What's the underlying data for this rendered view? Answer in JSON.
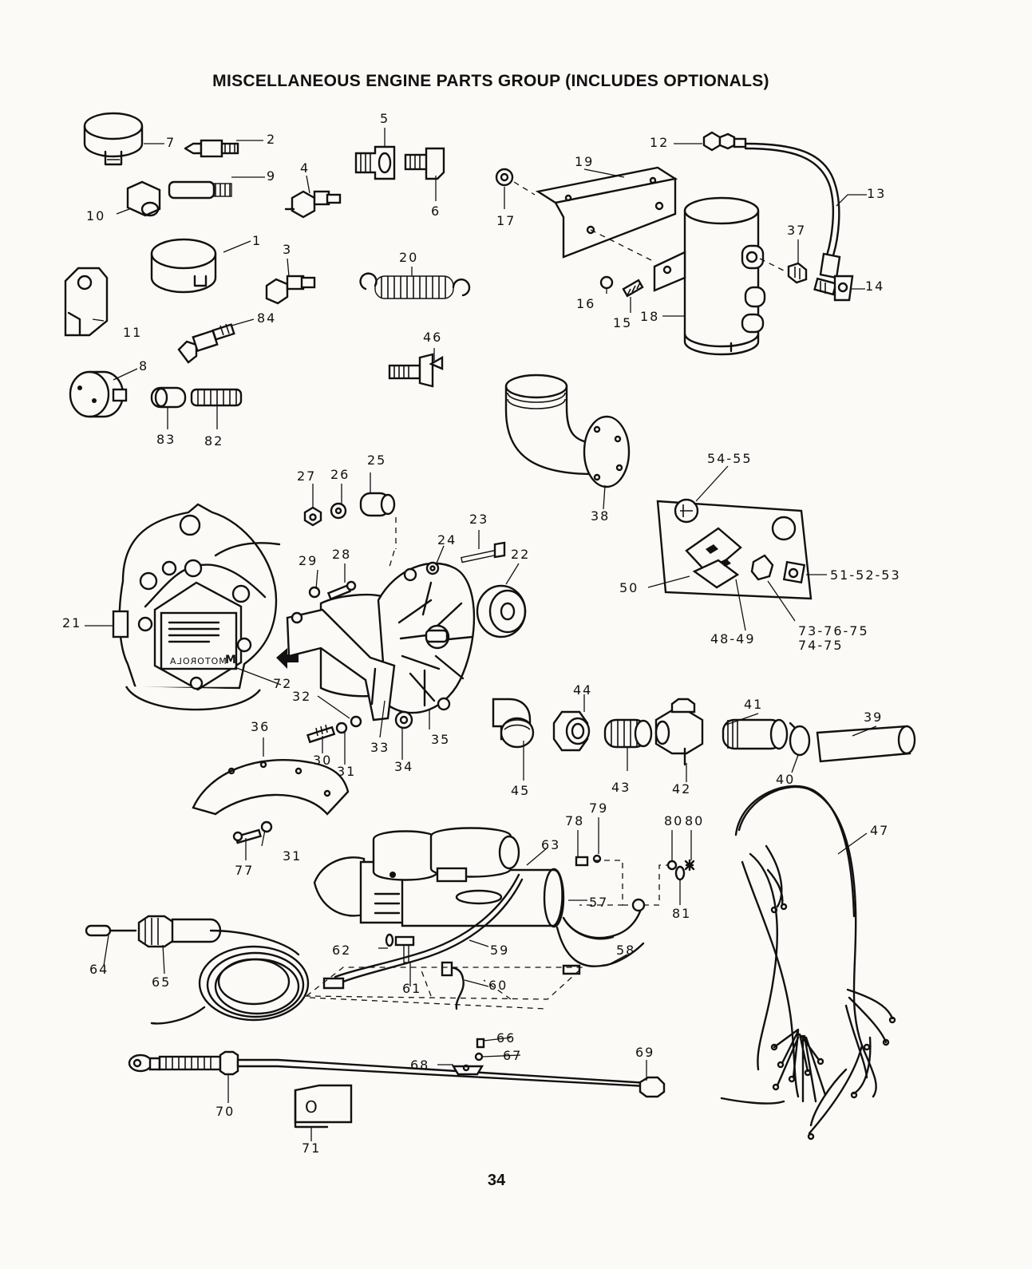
{
  "title": "MISCELLANEOUS ENGINE PARTS GROUP (INCLUDES OPTIONALS)",
  "page_number": "34",
  "alternator_brand": "MOTOROLA",
  "alternator_logo_letter": "M",
  "callouts": [
    "1",
    "2",
    "3",
    "4",
    "5",
    "6",
    "7",
    "8",
    "9",
    "10",
    "11",
    "12",
    "13",
    "14",
    "15",
    "16",
    "17",
    "18",
    "19",
    "20",
    "21",
    "22",
    "23",
    "24",
    "25",
    "26",
    "27",
    "28",
    "29",
    "30",
    "31",
    "31",
    "32",
    "33",
    "34",
    "35",
    "36",
    "37",
    "38",
    "39",
    "40",
    "41",
    "42",
    "43",
    "44",
    "45",
    "46",
    "47",
    "48-49",
    "50",
    "51-52-53",
    "54-55",
    "57",
    "58",
    "59",
    "60",
    "61",
    "62",
    "63",
    "64",
    "65",
    "66",
    "67",
    "68",
    "69",
    "70",
    "71",
    "72",
    "73-76-75",
    "74-75",
    "77",
    "78",
    "79",
    "80",
    "80",
    "81",
    "82",
    "83",
    "84"
  ],
  "plate_71_letter": "O"
}
